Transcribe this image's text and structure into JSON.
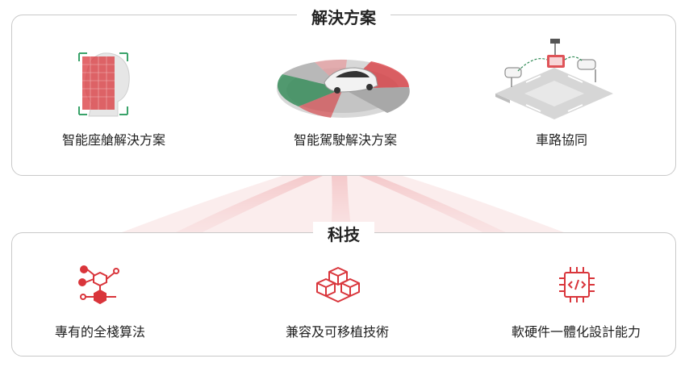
{
  "top_section": {
    "title": "解決方案",
    "items": [
      {
        "label": "智能座艙解決方案",
        "icon": "face-scan-icon"
      },
      {
        "label": "智能駕駛解決方案",
        "icon": "autonomous-car-sensor-icon"
      },
      {
        "label": "車路協同",
        "icon": "intersection-v2x-icon"
      }
    ]
  },
  "bottom_section": {
    "title": "科技",
    "items": [
      {
        "label": "專有的全棧算法",
        "icon": "algorithm-network-icon"
      },
      {
        "label": "兼容及可移植技術",
        "icon": "stacked-blocks-icon"
      },
      {
        "label": "軟硬件一體化設計能力",
        "icon": "chip-code-icon"
      }
    ]
  },
  "colors": {
    "accent": "#d9353b",
    "border": "#c9c9c9",
    "fan": "#e8a0a4"
  }
}
